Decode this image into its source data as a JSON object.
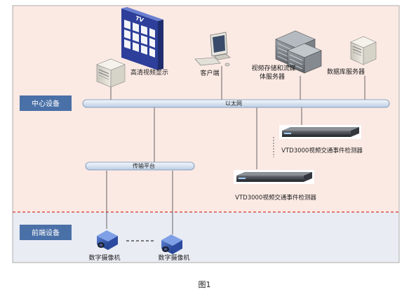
{
  "diagram": {
    "zones": {
      "center": "中心设备",
      "front": "前端设备"
    },
    "buses": {
      "ethernet": "以太网",
      "transport": "传输平台"
    },
    "nodes": {
      "display": "高清视频显示",
      "tv_badge": "TV",
      "client": "客户端",
      "storage_line1": "视频存储和流媒",
      "storage_line2": "体服务器",
      "database": "数据库服务器",
      "detector": "VTD3000视频交通事件检测器",
      "camera": "数字摄像机"
    },
    "caption": "图1"
  },
  "colors": {
    "center_bg": "#fbe9e3",
    "front_bg": "#e9ecf3",
    "label_box": "#4a70a8",
    "bus_fill": "#dbe6f2",
    "bus_stroke": "#6e8fb5",
    "divider": "#d9534f",
    "tv_panel": "#3b4fae"
  }
}
